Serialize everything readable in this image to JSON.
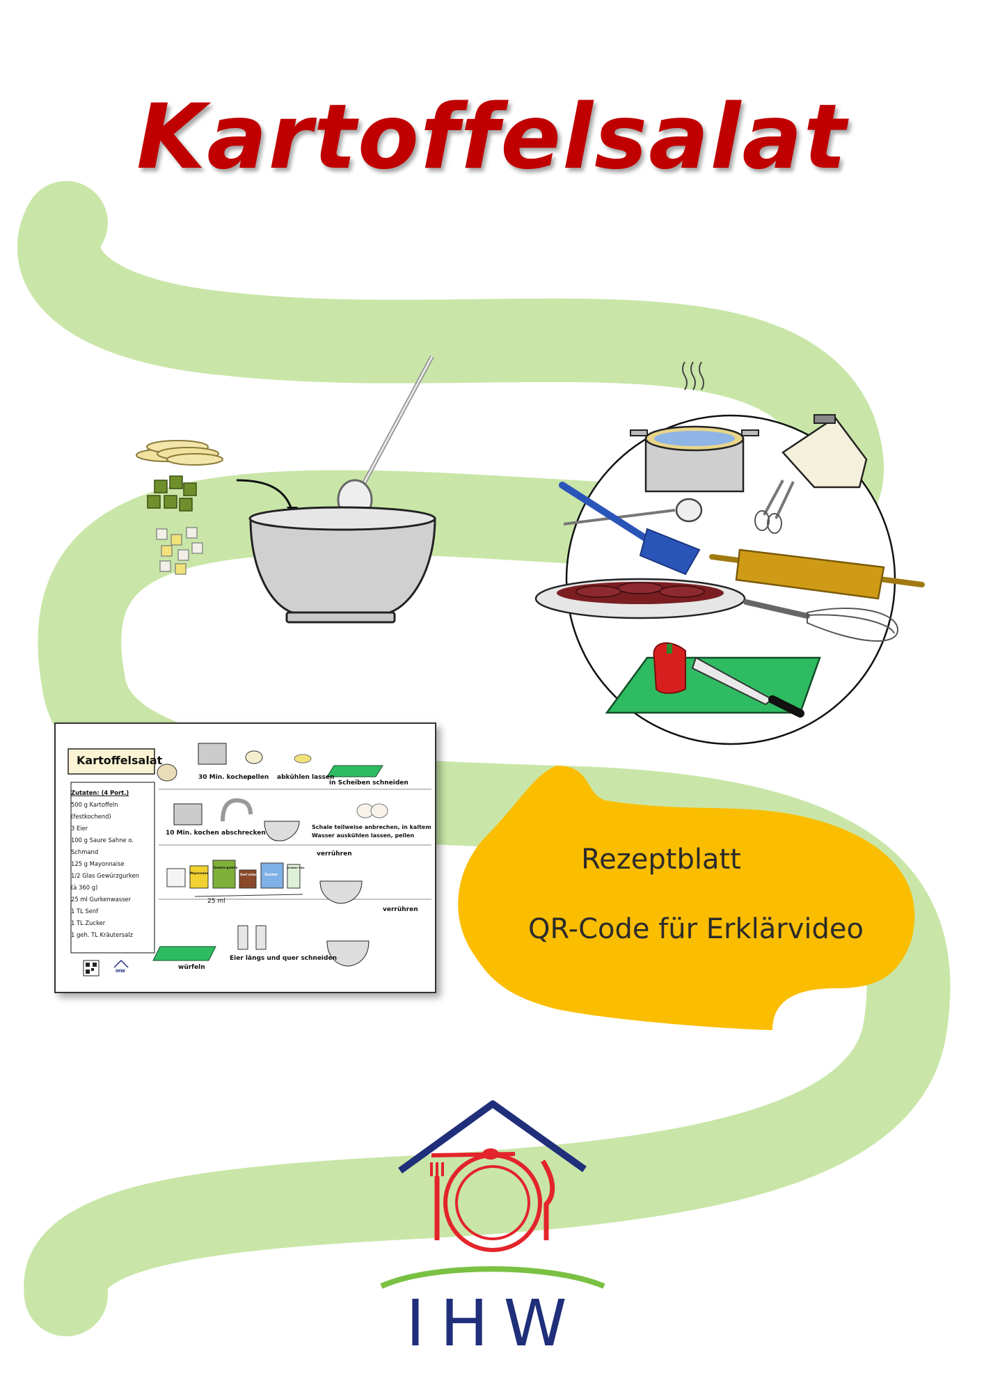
{
  "title": "Kartoffelsalat",
  "cloud": {
    "line1": "Rezeptblatt",
    "line2": "QR-Code für Erklärvideo"
  },
  "recipe_card": {
    "title": "Kartoffelsalat",
    "ingredients_heading": "Zutaten: (4 Port.)",
    "ingredients": [
      "500 g Kartoffeln",
      "(festkochend)",
      "3 Eier",
      "100 g Saure Sahne o.",
      "Schmand",
      "125 g Mayonnaise",
      "1/2 Glas Gewürzgurken",
      "(à 360 g)",
      "25 ml Gurkenwasser",
      "1 TL Senf",
      "1 TL Zucker",
      "1 geh. TL Kräutersalz"
    ],
    "steps_row1": [
      "30 Min. kochen",
      "pellen",
      "abkühlen lassen",
      "in Scheiben schneiden"
    ],
    "steps_row2": [
      "10 Min. kochen",
      "abschrecken",
      "Schale teilweise anbrechen, in kaltem",
      "Wasser auskühlen lassen, pellen"
    ],
    "steps_row3": [
      "verrühren",
      "25 ml"
    ],
    "steps_row4": [
      "würfeln",
      "Eier längs und quer schneiden",
      "verrühren"
    ],
    "jar_labels": [
      "Mayonnaise",
      "Gewürz-gurken",
      "Senf scharf",
      "Zucker",
      "Kräuter Salz"
    ],
    "logo_small": "IHW"
  },
  "logo": {
    "text": "IHW"
  },
  "colors": {
    "title": "#c00000",
    "path": "#c9e6a8",
    "cloud": "#fbbd00",
    "logo_blue": "#1f2f7a",
    "logo_red": "#e3242b",
    "logo_green": "#7ac143"
  }
}
